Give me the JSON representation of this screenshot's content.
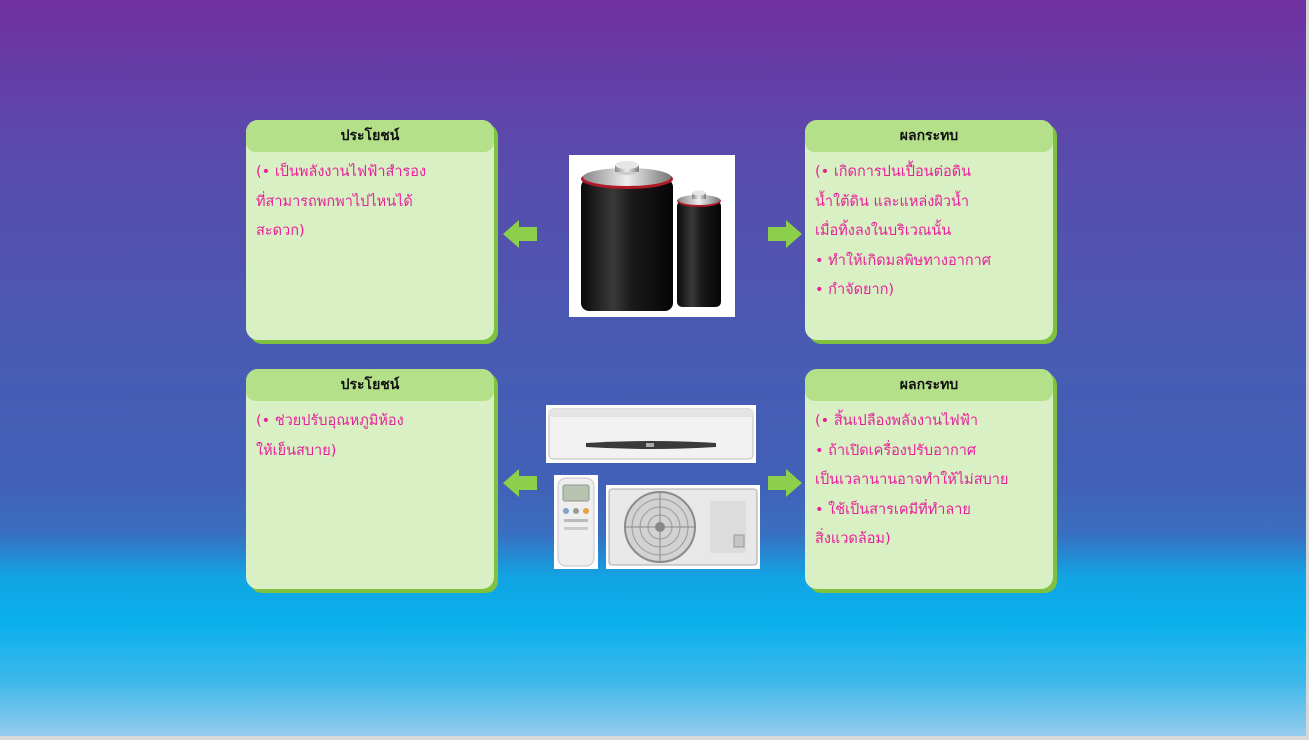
{
  "cards": [
    {
      "title": "ประโยชน์",
      "lines": [
        "(• เป็นพลังงานไฟฟ้าสำรอง",
        "ที่สามารถพกพาไปไหนได้",
        "สะดวก)"
      ]
    },
    {
      "title": "ผลกระทบ",
      "lines": [
        "(• เกิดการปนเปื้อนต่อดิน",
        "น้ำใต้ดิน และแหล่งผิวน้ำ",
        "เมื่อทิ้งลงในบริเวณนั้น",
        " • ทำให้เกิดมลพิษทางอากาศ",
        " • กำจัดยาก)"
      ]
    },
    {
      "title": "ประโยชน์",
      "lines": [
        "(• ช่วยปรับอุณหภูมิห้อง",
        "ให้เย็นสบาย)"
      ]
    },
    {
      "title": "ผลกระทบ",
      "lines": [
        "(• สิ้นเปลืองพลังงานไฟฟ้า",
        " • ถ้าเปิดเครื่องปรับอากาศ",
        "เป็นเวลานานอาจทำให้ไม่สบาย",
        " • ใช้เป็นสารเคมีที่ทำลาย",
        "สิ่งแวดล้อม)"
      ]
    }
  ],
  "images": {
    "battery": "battery-image",
    "aircon_indoor": "air-conditioner-indoor-unit-image",
    "aircon_remote": "remote-control-image",
    "aircon_outdoor": "air-conditioner-outdoor-unit-image"
  },
  "colors": {
    "card_bg": "#d9efc4",
    "card_header": "#b4e08a",
    "card_shadow": "#7fc240",
    "body_text": "#e8209a",
    "arrow": "#8ccf4a"
  }
}
